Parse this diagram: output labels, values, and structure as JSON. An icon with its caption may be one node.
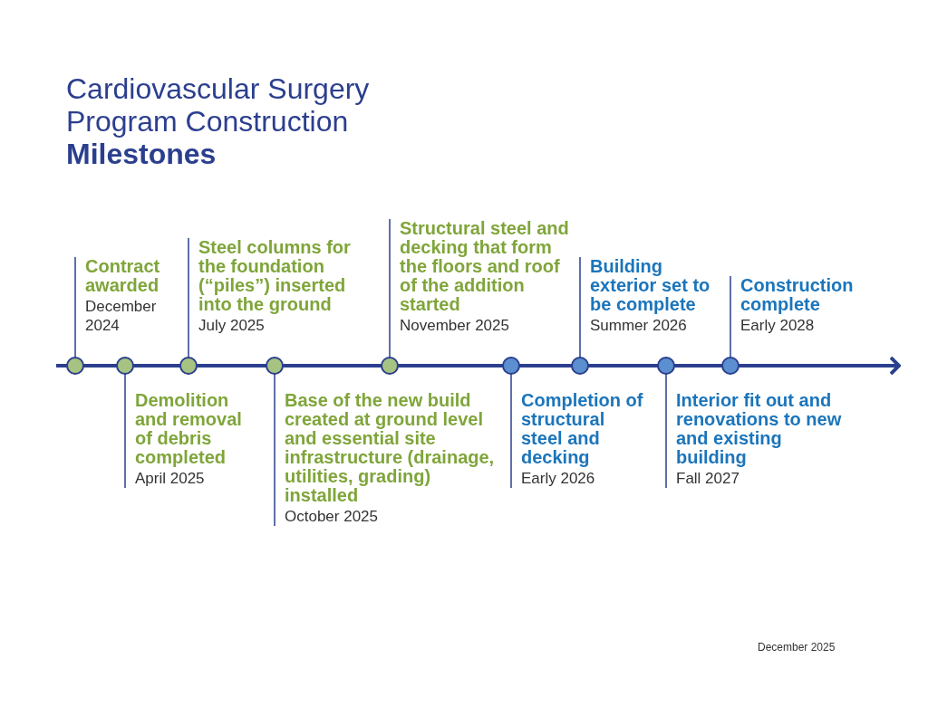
{
  "diagram": {
    "title": "Cardiovascular Surgery Program Construction **Milestones**",
    "nodes": [
      {
        "text": [
          "Contract awarded",
          "December 2024"
        ]
      },
      {
        "text": [
          "Demolition and removal of debris completed",
          "April 2025"
        ]
      },
      {
        "text": [
          "Steel columns for the foundation (“piles”) inserted into the ground",
          "July 2025"
        ]
      },
      {
        "text": [
          "Base of the new build created at ground level and essential site infrastructure (drainage, utilities, grading) installed",
          "October 2025"
        ]
      },
      {
        "text": [
          "Structural steel and decking that form the floors and roof of the addition started",
          "November 2025"
        ]
      },
      {
        "text": [
          "Completion of structural steel and decking",
          "Early 2026"
        ]
      },
      {
        "text": [
          "Building exterior set to be complete",
          "Summer 2026"
        ]
      },
      {
        "text": [
          "Interior fit out and renovations to new and existing building",
          "Fall 2027"
        ]
      },
      {
        "text": [
          "Construction complete",
          "Early 2028"
        ]
      },
      {
        "text": [],
        "shape": "circle"
      },
      {
        "text": [],
        "shape": "circle"
      },
      {
        "text": [],
        "shape": "circle"
      },
      {
        "text": [],
        "shape": "circle"
      },
      {
        "text": [],
        "shape": "circle"
      },
      {
        "text": [],
        "shape": "circle"
      },
      {
        "text": [],
        "shape": "circle"
      },
      {
        "text": [],
        "shape": "circle"
      },
      {
        "text": [],
        "shape": "circle"
      }
    ],
    "edges": [
      {
        "from": 0,
        "to": 9,
        "arrow": "none"
      },
      {
        "from": 1,
        "to": 10,
        "arrow": "none"
      },
      {
        "from": 2,
        "to": 11,
        "arrow": "none"
      },
      {
        "from": 3,
        "to": 12,
        "arrow": "none"
      },
      {
        "from": 4,
        "to": 13,
        "arrow": "none"
      },
      {
        "from": 5,
        "to": 14,
        "arrow": "none"
      },
      {
        "from": 6,
        "to": 15,
        "arrow": "none"
      },
      {
        "from": 7,
        "to": 16,
        "arrow": "none"
      },
      {
        "from": 8,
        "to": 17,
        "arrow": "none"
      },
      {
        "from": null,
        "to": 9,
        "arrow": "none"
      },
      {
        "from": 9,
        "to": 10,
        "arrow": "none"
      },
      {
        "from": 10,
        "to": 11,
        "arrow": "none"
      },
      {
        "from": 11,
        "to": 12,
        "arrow": "none"
      },
      {
        "from": 12,
        "to": 13,
        "arrow": "none"
      },
      {
        "from": 13,
        "to": 14,
        "arrow": "none"
      },
      {
        "from": 14,
        "to": 15,
        "arrow": "none"
      },
      {
        "from": 15,
        "to": 16,
        "arrow": "none"
      },
      {
        "from": 16,
        "to": 17,
        "arrow": "none"
      },
      {
        "from": 17,
        "to": null,
        "arrow": "to"
      }
    ],
    "labels": [
      "December 2025"
    ]
  }
}
